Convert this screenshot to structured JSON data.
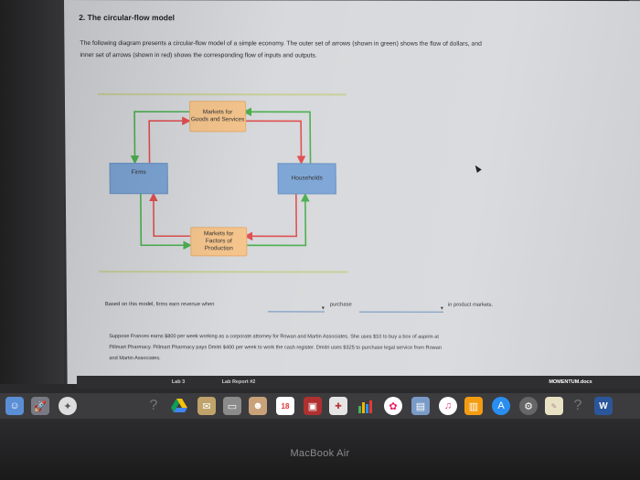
{
  "question": {
    "title": "2. The circular-flow model",
    "intro_line1": "The following diagram presents a circular-flow model of a simple economy. The outer set of arrows (shown in green) shows the flow of dollars, and",
    "intro_line2": "inner set of arrows (shown in red) shows the corresponding flow of inputs and outputs."
  },
  "diagram": {
    "top_box_line1": "Markets for",
    "top_box_line2": "Goods and Services",
    "left_box": "Firms",
    "right_box": "Households",
    "bottom_box_line1": "Markets for",
    "bottom_box_line2": "Factors of Production",
    "colors": {
      "outer_arrows": "#4caf50",
      "inner_arrows": "#e05050",
      "market_box": "#f5c58d",
      "agent_box": "#7ea6d6"
    }
  },
  "revenue_question": {
    "prefix": "Based on this model, firms earn revenue when",
    "dropdown1_value": "",
    "middle": "purchase",
    "dropdown2_value": "",
    "suffix": "in product markets."
  },
  "scenario": {
    "line1": "Suppose Frances earns $800 per week working as a corporate attorney for Rowan and Martin Associates. She uses $10 to buy a box of aspirin at",
    "line2": "Pillmart Pharmacy. Pillmart Pharmacy pays Dmitri $400 per week to work the cash register. Dmitri uses $325 to purchase legal service from Rowan",
    "line3": "and Martin Associates."
  },
  "tabs": [
    {
      "label": "Lab 3"
    },
    {
      "label": "Lab Report #2"
    },
    {
      "label": "MOMENTUM.docx"
    }
  ],
  "dock": {
    "icons": [
      "finder-icon",
      "launchpad-icon",
      "help-icon",
      "google-drive-icon",
      "delivery-icon",
      "unknown-icon",
      "contacts-icon",
      "calendar-icon",
      "photo-booth-icon",
      "numbers-icon",
      "photos-icon",
      "preview-icon",
      "itunes-icon",
      "ibooks-icon",
      "app-store-icon",
      "system-preferences-icon",
      "notes-icon",
      "help-icon-2",
      "word-icon"
    ],
    "calendar_badge": "18"
  },
  "laptop": {
    "brand": "MacBook Air"
  }
}
